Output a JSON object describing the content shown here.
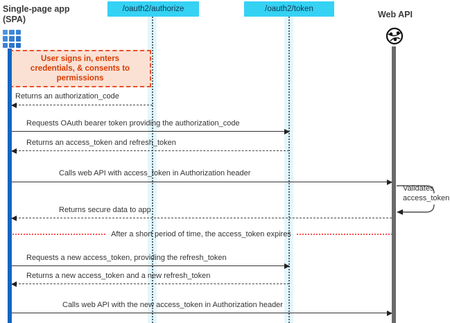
{
  "diagram": {
    "actors": {
      "spa": {
        "title_line1": "Single-page app",
        "title_line2": "(SPA)",
        "icon": "app-grid-icon"
      },
      "authorize": {
        "label": "/oauth2/authorize"
      },
      "token": {
        "label": "/oauth2/token"
      },
      "web_api": {
        "label": "Web API",
        "icon": "globe-icon"
      }
    },
    "note": {
      "line1": "User signs in, enters",
      "line2": "credentials, & consents to",
      "line3": "permissions"
    },
    "messages": [
      {
        "label": "Returns an authorization_code",
        "from": "authorize",
        "to": "spa",
        "style": "dashed"
      },
      {
        "label": "Requests OAuth bearer token providing the authorization_code",
        "from": "spa",
        "to": "token",
        "style": "solid"
      },
      {
        "label": "Returns an access_token and refresh_token",
        "from": "token",
        "to": "spa",
        "style": "dashed"
      },
      {
        "label": "Calls web API with access_token in Authorization header",
        "from": "spa",
        "to": "web_api",
        "style": "solid"
      },
      {
        "label": "Returns secure data to app",
        "from": "web_api",
        "to": "spa",
        "style": "dashed"
      },
      {
        "label": "Requests a new access_token, providing the refresh_token",
        "from": "spa",
        "to": "token",
        "style": "solid"
      },
      {
        "label": "Returns a new access_token and a new refresh_token",
        "from": "token",
        "to": "spa",
        "style": "dashed"
      },
      {
        "label": "Calls web API with the new access_token in Authorization header",
        "from": "spa",
        "to": "web_api",
        "style": "solid"
      }
    ],
    "self_message": {
      "line1": "Validates",
      "line2": "access_token"
    },
    "divider": {
      "label": "After a short period of time, the access_token expires"
    },
    "colors": {
      "endpoint_box": "#35d2f4",
      "lifeline_band": "#e3f6fb",
      "spa_activation": "#1565c4",
      "webapi_lifeline": "#6b6b6b",
      "note_fill": "#fae1d4",
      "note_border": "#e8502b",
      "note_text": "#d83b01",
      "divider_line": "#ff5050",
      "message_text": "#333333"
    }
  }
}
